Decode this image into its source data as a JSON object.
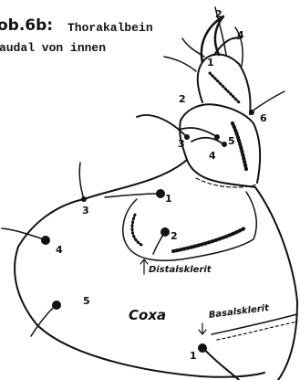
{
  "figure": {
    "caption_prefix": "ob.6b:",
    "caption_title": "Thorakalbein",
    "caption_line2": "audal von innen"
  },
  "labels": {
    "distalsklerit": "Distalsklerit",
    "coxa": "Coxa",
    "basalsklerit": "Basalsklerit"
  },
  "setae_numbers": {
    "tarsus_top": "2",
    "tarsus_right_top": "4",
    "tarsus_claw_left": "1",
    "tarsus_left_mid": "2",
    "tarsus_right_low": "6",
    "joint_left": "3",
    "joint_inner": "4",
    "joint_inner_b": "5",
    "coxa_inner_1": "1",
    "coxa_inner_2": "2",
    "coxa_top_left": "3",
    "coxa_left": "4",
    "coxa_low_left": "5",
    "coxa_bottom": "1"
  }
}
